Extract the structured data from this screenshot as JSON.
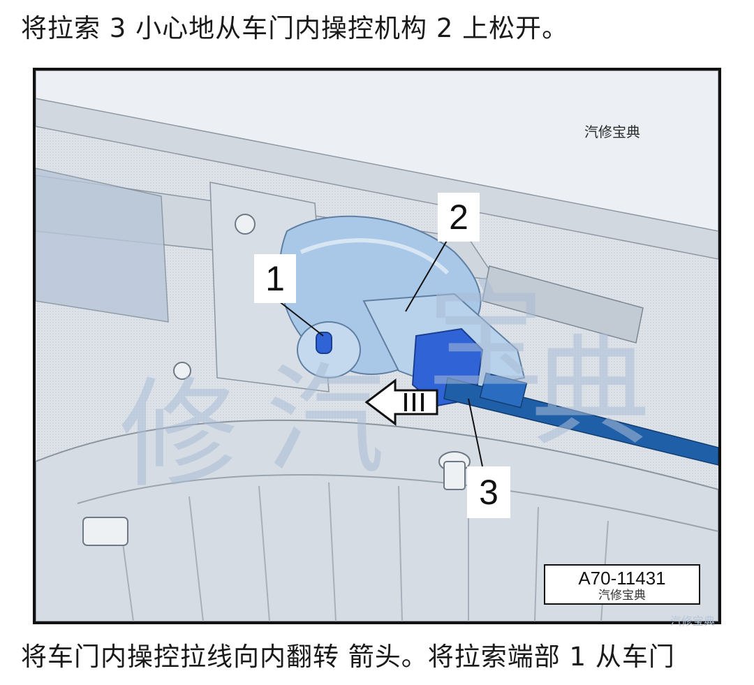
{
  "document": {
    "paragraph_top": "将拉索 3 小心地从车门内操控机构 2 上松开。",
    "paragraph_bottom": "将车门内操控拉线向内翻转 箭头。将拉索端部 1 从车门"
  },
  "figure": {
    "callouts": [
      "1",
      "2",
      "3"
    ],
    "watermark_text": "汽修宝典",
    "reference_code": "A70-11431",
    "colors": {
      "part_blue": "#2f63d6",
      "cable_blue": "#1f5fa8",
      "housing_light_blue": "#a9c7e6",
      "panel_gray": "#dfe4ea",
      "border": "#111111"
    },
    "icons": [
      "arrow-left-icon"
    ]
  }
}
